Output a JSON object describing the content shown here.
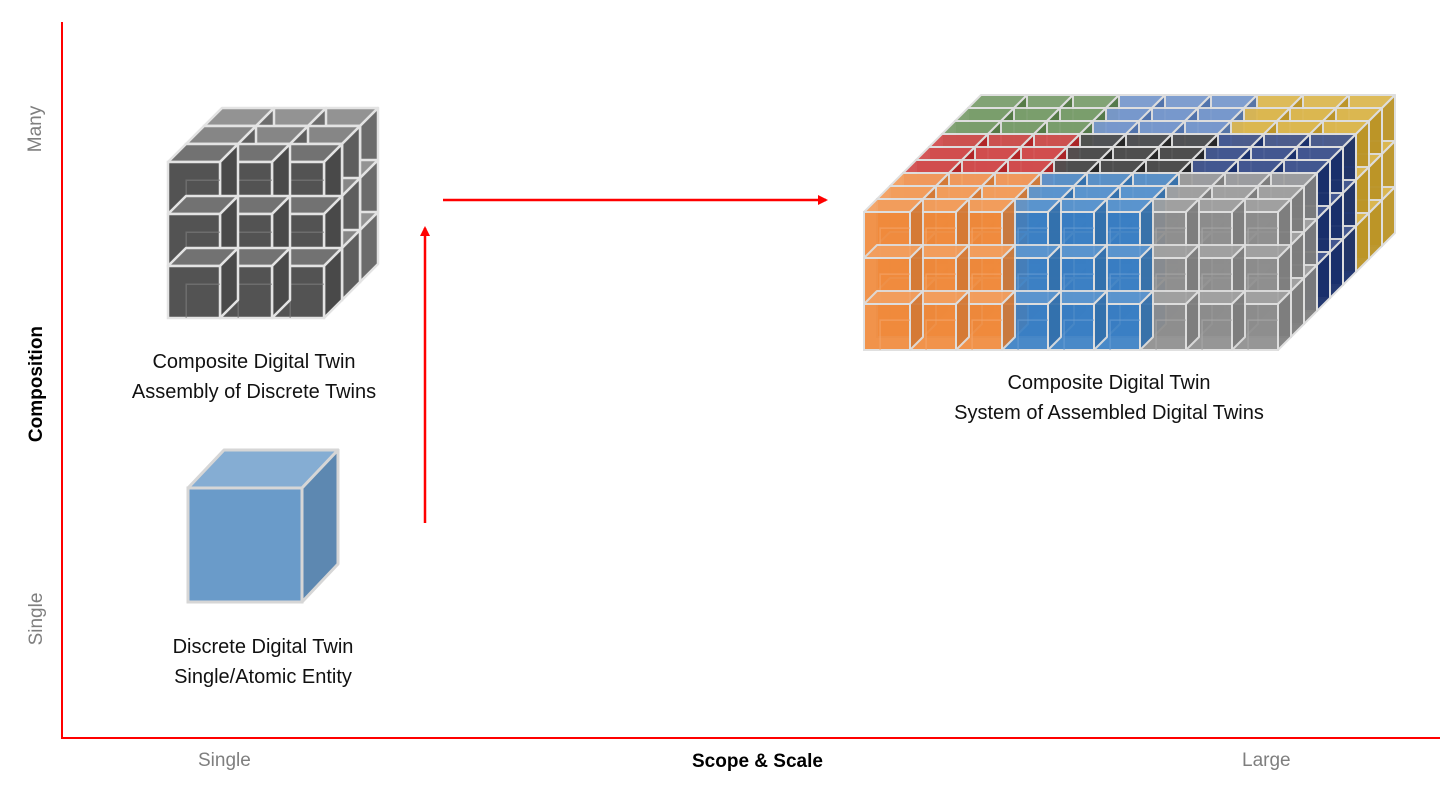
{
  "axes": {
    "y_title": "Composition",
    "y_low": "Single",
    "y_high": "Many",
    "x_title": "Scope & Scale",
    "x_low": "Single",
    "x_high": "Large",
    "color": "#ff0000"
  },
  "nodes": [
    {
      "id": "discrete",
      "line1": "Discrete Digital Twin",
      "line2": "Single/Atomic Entity",
      "color": "#6a9bc9"
    },
    {
      "id": "composite",
      "line1": "Composite Digital Twin",
      "line2": "Assembly of Discrete Twins",
      "color": "#5a5a5a"
    },
    {
      "id": "system",
      "line1": "Composite Digital Twin",
      "line2": "System of Assembled Digital Twins"
    }
  ],
  "system_blocks": {
    "front": [
      "#f08a3c",
      "#3a7fc4",
      "#8e8e8e"
    ],
    "middle": [
      "#c8282a",
      "#2a2a2a",
      "#1c357a"
    ],
    "back": [
      "#5f8a4e",
      "#5b82c2",
      "#d4a82c"
    ]
  },
  "arrows": [
    {
      "from": "discrete",
      "to": "composite",
      "direction": "up"
    },
    {
      "from": "composite",
      "to": "system",
      "direction": "right"
    }
  ]
}
